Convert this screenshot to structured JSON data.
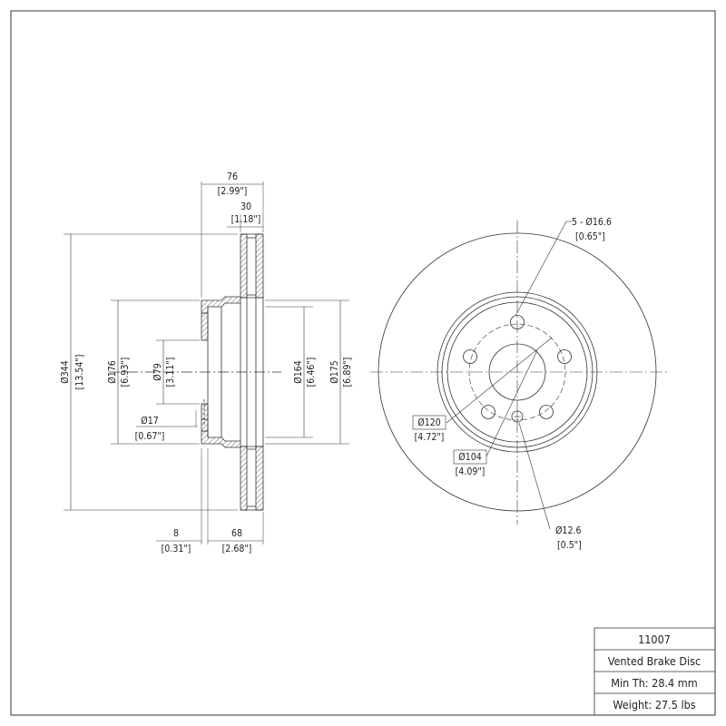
{
  "side_view": {
    "overall_width": "76",
    "overall_width_in": "[2.99\"]",
    "disc_thickness": "30",
    "disc_thickness_in": "[1.18\"]",
    "outer_diameter": "Ø344",
    "outer_diameter_in": "[13.54\"]",
    "hat_diameter": "Ø176",
    "hat_diameter_in": "[6.93\"]",
    "center_bore": "Ø79",
    "center_bore_in": "[3.11\"]",
    "hub_pilot": "Ø17",
    "hub_pilot_in": "[0.67\"]",
    "inner_diameter": "Ø164",
    "inner_diameter_in": "[6.46\"]",
    "friction_inner": "Ø175",
    "friction_inner_in": "[6.89\"]",
    "hat_flange": "8",
    "hat_flange_in": "[0.31\"]",
    "hat_height": "68",
    "hat_height_in": "[2.68\"]"
  },
  "front_view": {
    "bolt_holes": "5 - Ø16.6",
    "bolt_holes_in": "[0.65\"]",
    "bolt_circle": "Ø120",
    "bolt_circle_in": "[4.72\"]",
    "pilot_circle": "Ø104",
    "pilot_circle_in": "[4.09\"]",
    "locator_hole": "Ø12.6",
    "locator_hole_in": "[0.5\"]"
  },
  "title_block": {
    "part_number": "11007",
    "description": "Vented Brake Disc",
    "min_thickness": "Min Th: 28.4 mm",
    "weight": "Weight: 27.5 lbs"
  }
}
